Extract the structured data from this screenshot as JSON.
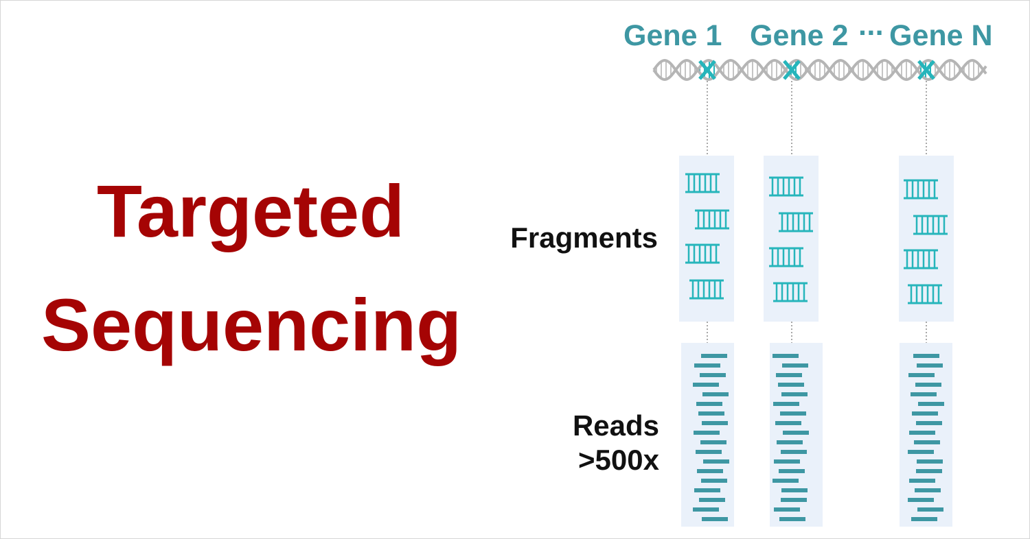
{
  "title": {
    "line1": "Targeted",
    "line2": "Sequencing"
  },
  "genes": [
    {
      "label": "Gene 1"
    },
    {
      "label": "Gene 2"
    },
    {
      "label": "Gene N"
    }
  ],
  "ellipsis": "···",
  "rows": {
    "fragments": "Fragments",
    "reads_line1": "Reads",
    "reads_line2": ">500x"
  },
  "colors": {
    "title": "#a50404",
    "gene": "#3e97a3",
    "fragment": "#26b5bb",
    "read": "#3e97a3",
    "panel": "#eaf1fa",
    "dna": "#c4c4c4"
  },
  "icons": [
    "dna-helix-icon",
    "fragment-ladder-icon",
    "read-bar-icon"
  ]
}
